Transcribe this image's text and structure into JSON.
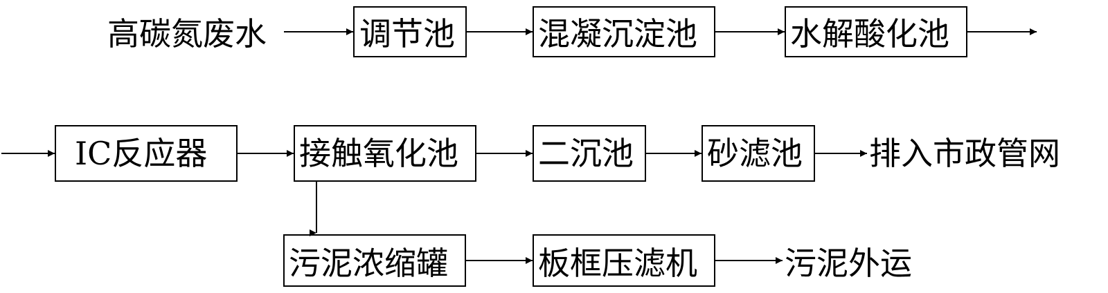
{
  "flow": {
    "source": "高碳氮废水",
    "steps_row1": [
      "调节池",
      "混凝沉淀池",
      "水解酸化池"
    ],
    "steps_row2": [
      "IC反应器",
      "接触氧化池",
      "二沉池",
      "砂滤池"
    ],
    "outlet": "排入市政管网",
    "sludge_steps": [
      "污泥浓缩罐",
      "板框压滤机"
    ],
    "sludge_outlet": "污泥外运"
  },
  "colors": {
    "stroke": "#000000",
    "background": "#ffffff"
  }
}
